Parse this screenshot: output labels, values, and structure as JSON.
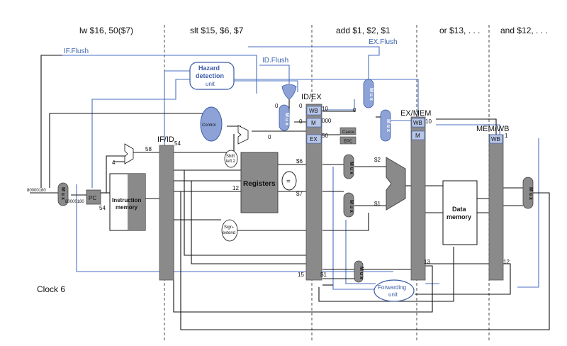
{
  "stages": [
    {
      "label": "lw $16, 50($7)"
    },
    {
      "label": "slt $15, $6, $7"
    },
    {
      "label": "add $1, $2, $1"
    },
    {
      "label": "or $13, . . ."
    },
    {
      "label": "and $12, . . ."
    }
  ],
  "clock": "Clock 6",
  "flush": {
    "if": "IF.Flush",
    "id": "ID.Flush",
    "ex": "EX.Flush"
  },
  "blocks": {
    "hazard_line1": "Hazard",
    "hazard_line2": "detection",
    "hazard_line3": "unit",
    "control": "Control",
    "registers": "Registers",
    "instr_mem_line1": "Instruction",
    "instr_mem_line2": "memory",
    "data_mem_line1": "Data",
    "data_mem_line2": "memory",
    "forward_line1": "Forwarding",
    "forward_line2": "unit",
    "sign_ext_line1": "Sign-",
    "sign_ext_line2": "extend",
    "shift_line1": "Shift",
    "shift_line2": "left 2",
    "cause": "Cause",
    "epc": "EPC",
    "pc": "PC",
    "mux": "M u x",
    "eq": "="
  },
  "pipeline_registers": [
    "IF/ID",
    "ID/EX",
    "EX/MEM",
    "MEM/WB"
  ],
  "control_fields": {
    "wb": "WB",
    "m": "M",
    "ex": "EX"
  },
  "values": {
    "v58": "58",
    "v54a": "54",
    "v54b": "54",
    "v4": "4",
    "pc_in1": "80000180",
    "pc_in2": "80000180",
    "v12a": "12",
    "v6": "$6",
    "v7": "$7",
    "v2": "$2",
    "v1a": "$1",
    "v15": "15",
    "v1b": "$1",
    "v13": "13",
    "v12b": "12",
    "v1c": "1",
    "z1": "0",
    "z2": "0",
    "z3": "0",
    "z4": "0",
    "z5": "0",
    "c10a": "10",
    "c000": "000",
    "c50": "50",
    "c10b": "10"
  }
}
